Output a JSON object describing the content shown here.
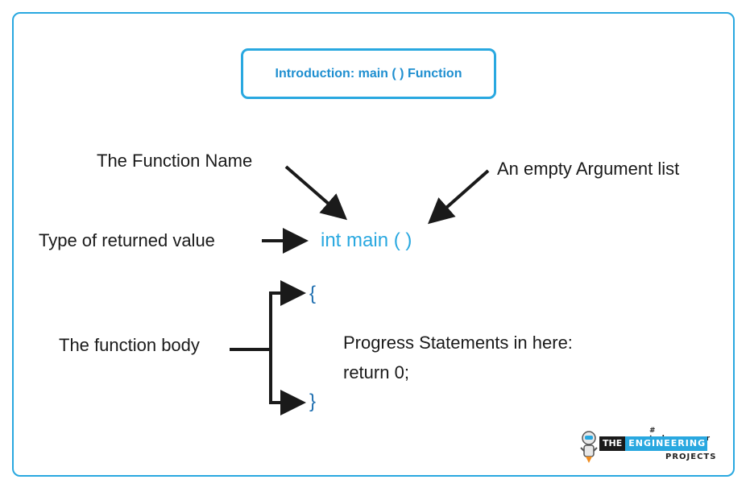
{
  "title": "Introduction: main ( ) Function",
  "labels": {
    "function_name": "The Function Name",
    "argument_list": "An empty Argument list",
    "return_type": "Type of returned value",
    "function_body": "The function body"
  },
  "code": {
    "signature": "int main (   )",
    "open_brace": "{",
    "close_brace": "}",
    "statement1": "Progress Statements in here:",
    "statement2": "return 0;"
  },
  "logo": {
    "tagline": "# technopreneur",
    "the": "THE",
    "engineering": "ENGINEERING",
    "projects": "PROJECTS"
  },
  "colors": {
    "accent": "#29a8e0",
    "brace": "#1f6fb0",
    "text": "#1a1a1a"
  }
}
